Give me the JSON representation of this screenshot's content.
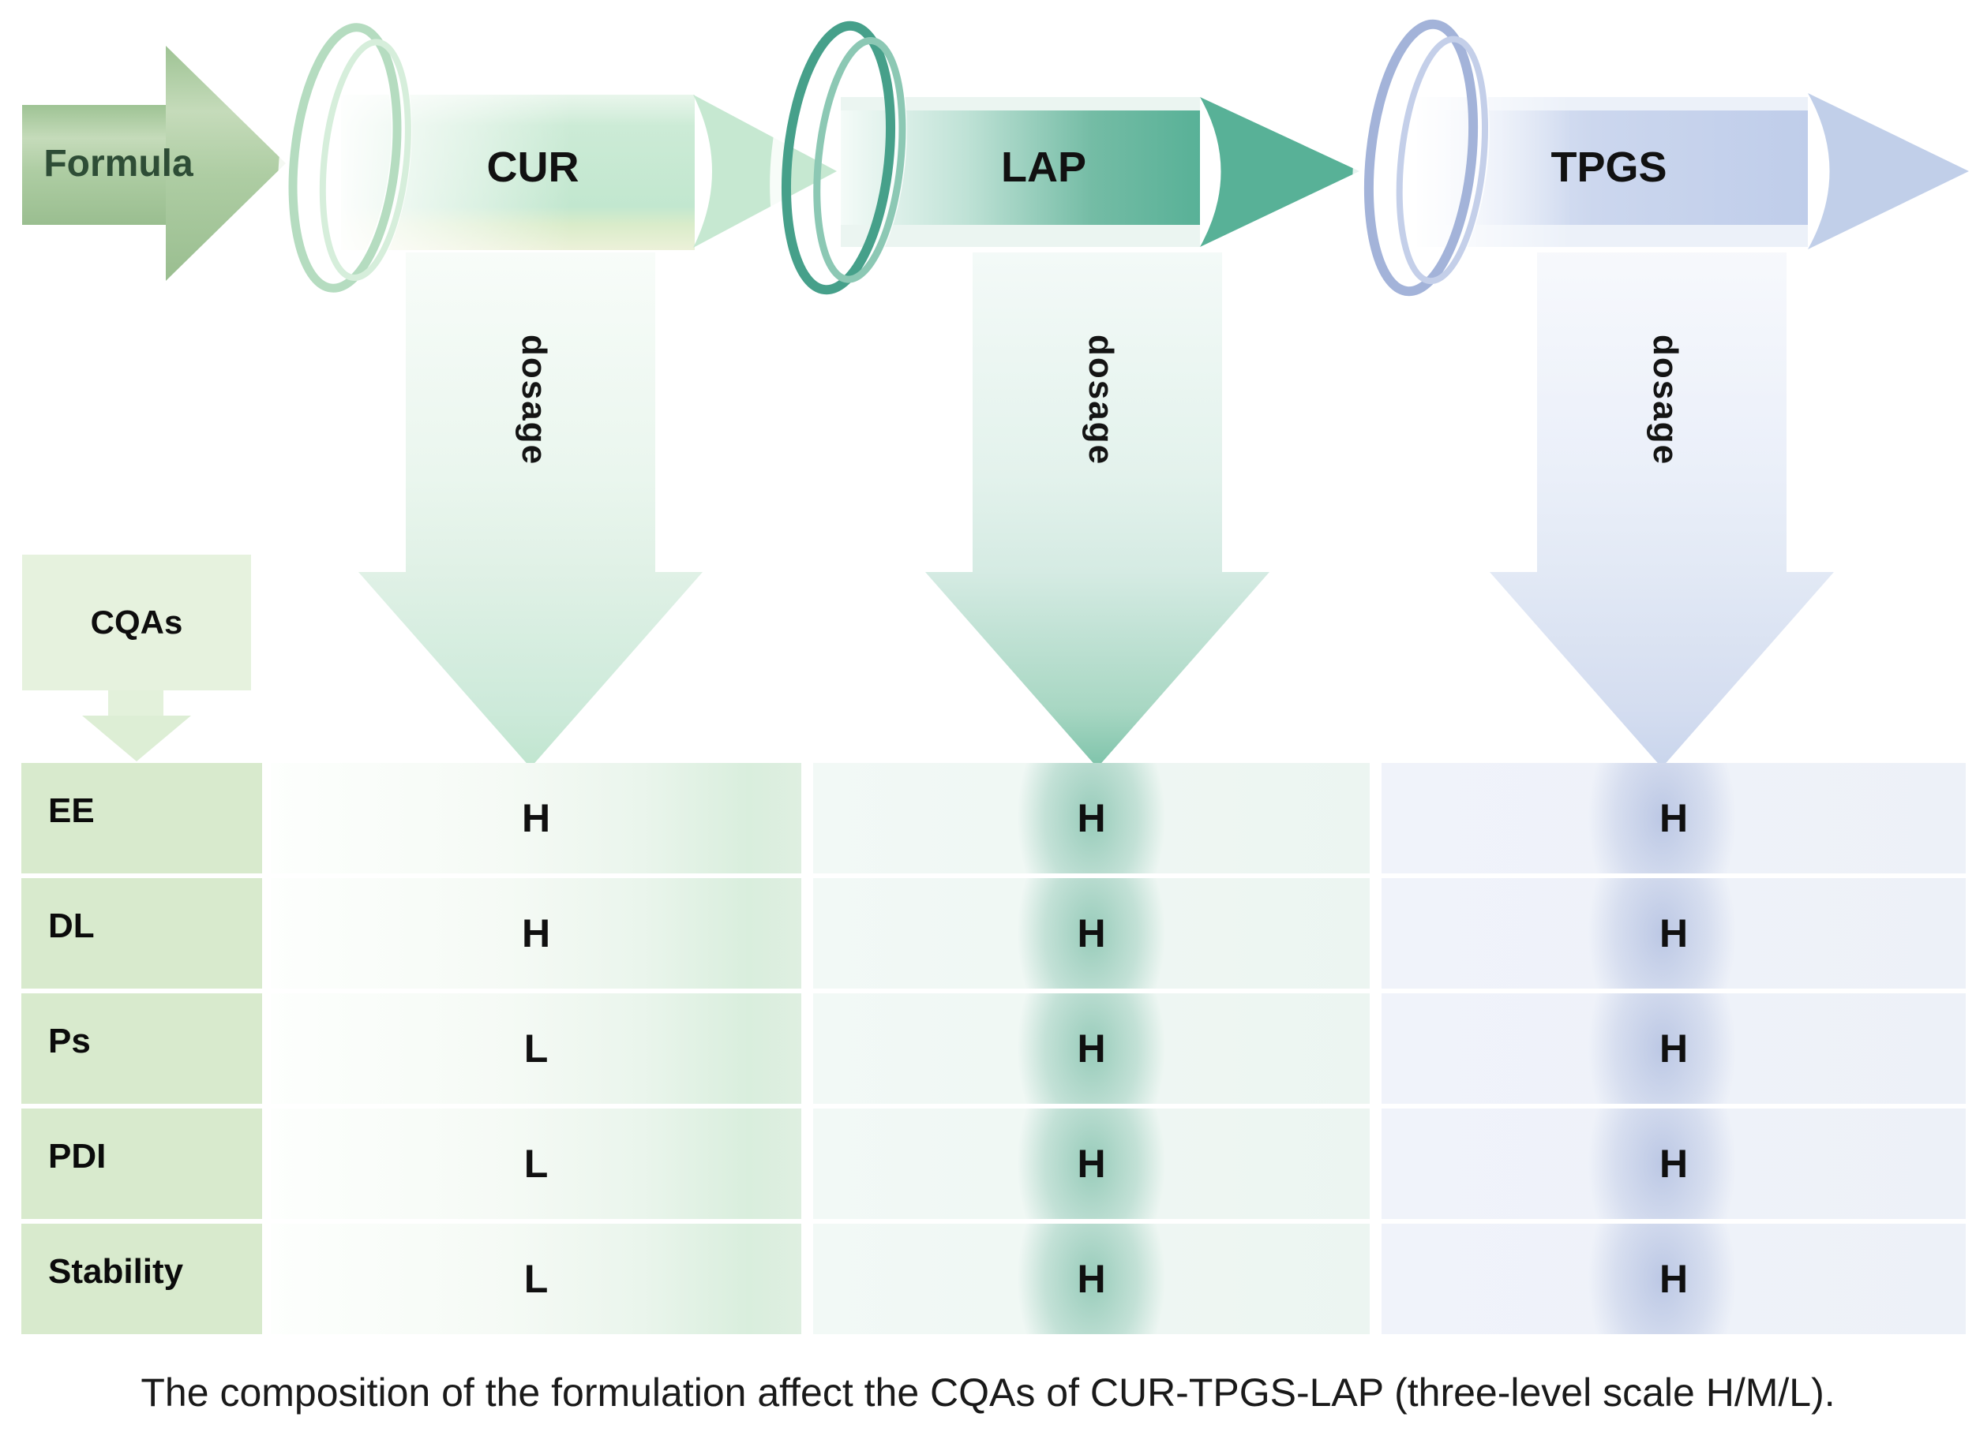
{
  "flow": {
    "formula_label": "Formula",
    "stages": [
      {
        "label": "CUR",
        "dosage_label": "dosage",
        "accent": "#c4e8d1"
      },
      {
        "label": "LAP",
        "dosage_label": "dosage",
        "accent": "#58b197"
      },
      {
        "label": "TPGS",
        "dosage_label": "dosage",
        "accent": "#c1cfe9"
      }
    ]
  },
  "cqas": {
    "label": "CQAs"
  },
  "table": {
    "column_headers": [
      "CQAs",
      "CUR",
      "LAP",
      "TPGS"
    ],
    "rows": [
      {
        "label": "EE",
        "values": [
          "H",
          "H",
          "H"
        ]
      },
      {
        "label": "DL",
        "values": [
          "H",
          "H",
          "H"
        ]
      },
      {
        "label": "Ps",
        "values": [
          "L",
          "H",
          "H"
        ]
      },
      {
        "label": "PDI",
        "values": [
          "L",
          "H",
          "H"
        ]
      },
      {
        "label": "Stability",
        "values": [
          "L",
          "H",
          "H"
        ]
      }
    ],
    "scale_levels": "H/M/L"
  },
  "caption": "The composition of the formulation affect the CQAs of CUR-TPGS-LAP (three-level scale H/M/L).",
  "colors": {
    "formula_green": "#a9c99f",
    "formula_text": "#2e4d36",
    "cur_green": "#c4e8d1",
    "lap_teal": "#58b197",
    "tpgs_blue": "#c1cfe9",
    "header_cell_green": "#d8eacd",
    "cqas_box_green": "#e6f2de"
  }
}
